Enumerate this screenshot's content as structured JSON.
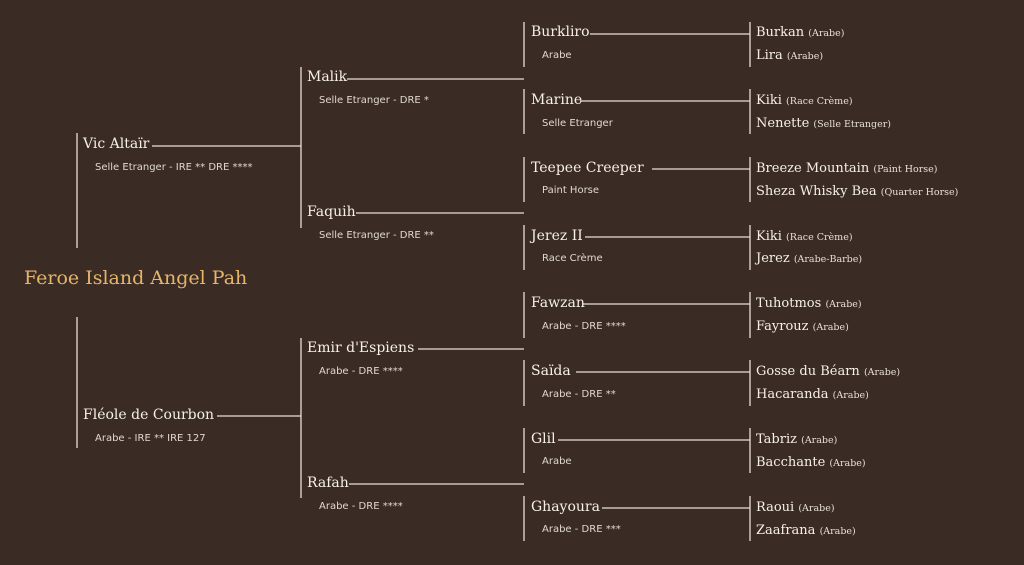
{
  "pedigree": {
    "subject": "Feroe Island Angel Pah",
    "gen1": [
      {
        "name": "Vic Altaïr",
        "info": "Selle Etranger - IRE **  DRE ****"
      },
      {
        "name": "Fléole de Courbon",
        "info": "Arabe - IRE **  IRE 127"
      }
    ],
    "gen2": [
      {
        "name": "Malik",
        "info": "Selle Etranger - DRE *"
      },
      {
        "name": "Faquih",
        "info": "Selle Etranger - DRE **"
      },
      {
        "name": "Emir d'Espiens",
        "info": "Arabe - DRE ****"
      },
      {
        "name": "Rafah",
        "info": "Arabe - DRE ****"
      }
    ],
    "gen3": [
      {
        "name": "Burkliro",
        "info": "Arabe"
      },
      {
        "name": "Marine",
        "info": "Selle Etranger"
      },
      {
        "name": "Teepee Creeper",
        "info": "Paint Horse"
      },
      {
        "name": "Jerez II",
        "info": "Race Crème"
      },
      {
        "name": "Fawzan",
        "info": "Arabe - DRE ****"
      },
      {
        "name": "Saïda",
        "info": "Arabe - DRE **"
      },
      {
        "name": "Glil",
        "info": "Arabe"
      },
      {
        "name": "Ghayoura",
        "info": "Arabe - DRE ***"
      }
    ],
    "gen4": [
      {
        "name": "Burkan",
        "breed": "(Arabe)"
      },
      {
        "name": "Lira",
        "breed": "(Arabe)"
      },
      {
        "name": "Kiki",
        "breed": "(Race Crème)"
      },
      {
        "name": "Nenette",
        "breed": "(Selle Etranger)"
      },
      {
        "name": "Breeze Mountain",
        "breed": "(Paint Horse)"
      },
      {
        "name": "Sheza Whisky Bea",
        "breed": "(Quarter Horse)"
      },
      {
        "name": "Kiki",
        "breed": "(Race Crème)"
      },
      {
        "name": "Jerez",
        "breed": "(Arabe-Barbe)"
      },
      {
        "name": "Tuhotmos",
        "breed": "(Arabe)"
      },
      {
        "name": "Fayrouz",
        "breed": "(Arabe)"
      },
      {
        "name": "Gosse du Béarn",
        "breed": "(Arabe)"
      },
      {
        "name": "Hacaranda",
        "breed": "(Arabe)"
      },
      {
        "name": "Tabriz",
        "breed": "(Arabe)"
      },
      {
        "name": "Bacchante",
        "breed": "(Arabe)"
      },
      {
        "name": "Raoui",
        "breed": "(Arabe)"
      },
      {
        "name": "Zaafrana",
        "breed": "(Arabe)"
      }
    ]
  },
  "colors": {
    "background": "#3a2b25",
    "subject": "#e5b56a",
    "text": "#f6f0e8",
    "line": "#e8e0d6"
  }
}
